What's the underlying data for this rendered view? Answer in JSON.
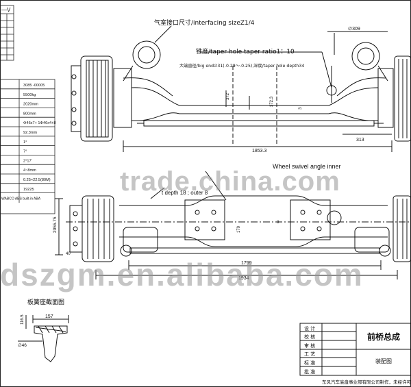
{
  "annotations": {
    "air_port": "气室接口尺寸/interfacing sizeZ1/4",
    "taper": "锥度/taper hole taper ratio1：10",
    "big_end": "大端直径/big end∅31(-0.28～-0.25),深度/taper hole depth34",
    "wheel_swivel": "Wheel swivel angle inner",
    "upper_angle": "t depth 18 ; outer 8",
    "section_title": "板簧座截面图"
  },
  "dimensions": {
    "d_309": "∅309",
    "d_313": "313",
    "d_1853": "1853.3",
    "d_372": "372",
    "d_3723": "372.3",
    "d_3": "3",
    "d_1799": "1799",
    "d_1934": "1934",
    "d_2055": "2055.75",
    "d_8": "8",
    "d_157": "157",
    "d_1165": "116.5",
    "d_phi": "∅46",
    "d_170": "170",
    "d_40": "40"
  },
  "spec_table": {
    "rows": [
      "3085 -00005",
      "5500kg",
      "2020mm",
      "800mm",
      "Φ46x7+ 1Φ46x4+8",
      "92.3mm",
      "1°",
      "7°",
      "2°17'",
      "4~8mm",
      "0.25×22.5(80M)",
      "19225",
      "WABCO ABS built-in ABA"
    ]
  },
  "rev_table": {
    "header": "—V"
  },
  "title_block": {
    "left_labels": [
      "设 计",
      "校 核",
      "审 核",
      "工 艺",
      "标 准",
      "批 准"
    ],
    "drawing_name": "前桥总成",
    "sub_name": "装配图",
    "company": "东风汽车底盘事业部有限公司制作，未经许可"
  },
  "watermarks": {
    "trade": "trade.china.com",
    "site": "dszgm.en.alibaba.com"
  }
}
